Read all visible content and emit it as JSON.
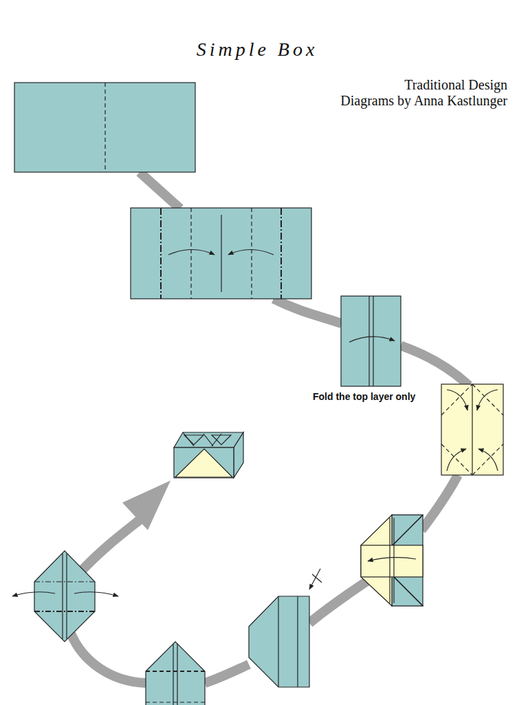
{
  "diagram": {
    "title": "Simple Box",
    "labels": [
      "Traditional Design",
      "Diagrams by Anna Kastlunger",
      "Fold the top layer only"
    ]
  }
}
